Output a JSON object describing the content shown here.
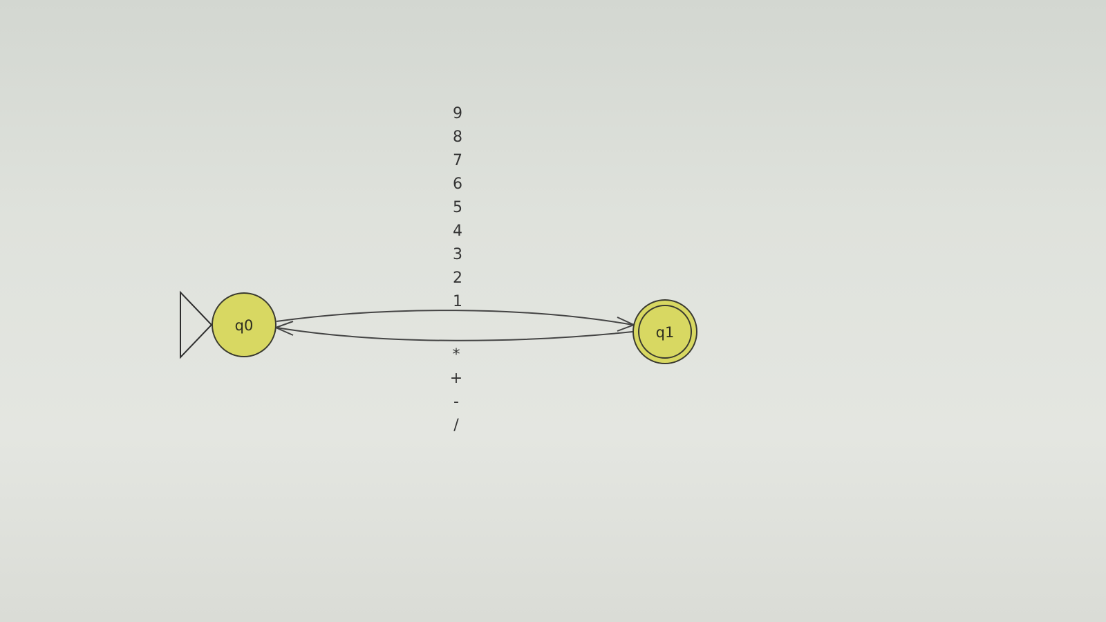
{
  "states": [
    {
      "id": "q0",
      "label": "q0",
      "initial": true,
      "final": false
    },
    {
      "id": "q1",
      "label": "q1",
      "initial": false,
      "final": true
    }
  ],
  "transitions": [
    {
      "from": "q0",
      "to": "q1",
      "symbols": [
        "1",
        "2",
        "3",
        "4",
        "5",
        "6",
        "7",
        "8",
        "9"
      ]
    },
    {
      "from": "q1",
      "to": "q0",
      "symbols": [
        "*",
        "+",
        "-",
        "/"
      ]
    }
  ],
  "colors": {
    "state_fill": "#d8d862",
    "state_stroke": "#3a3a30",
    "edge_stroke": "#444444",
    "background": "#dfe2dc"
  }
}
